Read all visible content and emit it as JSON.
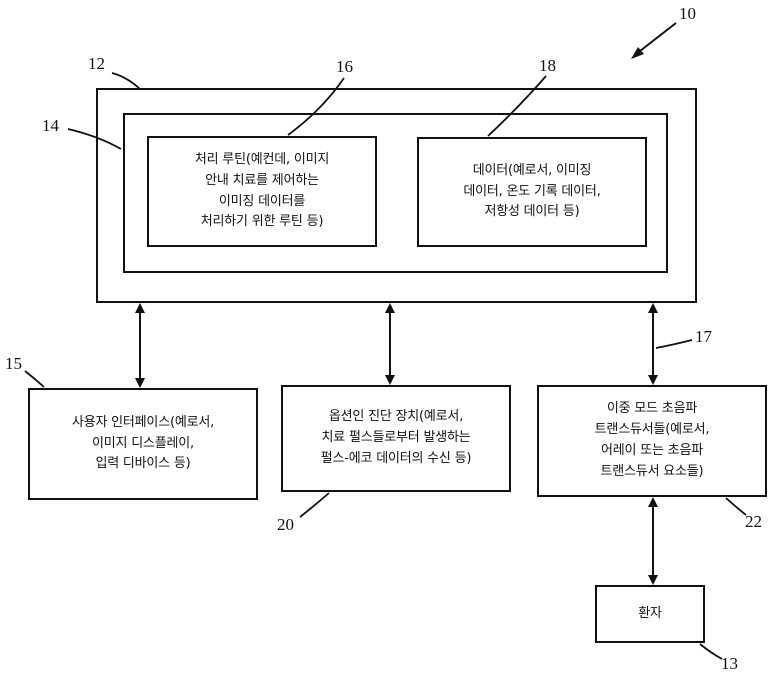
{
  "diagram": {
    "refs": {
      "r10": "10",
      "r12": "12",
      "r13": "13",
      "r14": "14",
      "r15": "15",
      "r16": "16",
      "r17": "17",
      "r18": "18",
      "r20": "20",
      "r22": "22"
    },
    "boxes": {
      "processing_routines": "처리 루틴(예컨데, 이미지\n안내 치료를 제어하는\n이미징 데이터를\n처리하기 위한 루틴 등)",
      "data_store": "데이터(예로서, 이미징\n데이터, 온도 기록 데이터,\n저항성 데이터 등)",
      "user_interface": "사용자 인터페이스(예로서,\n이미지 디스플레이,\n입력 디바이스 등)",
      "diagnostic_device": "옵션인 진단 장치(예로서,\n치료 펄스들로부터 발생하는\n펄스-에코 데이터의 수신 등)",
      "transducers": "이중 모드 초음파\n트랜스듀서들(예로서,\n어레이 또는 초음파\n트랜스듀서 요소들)",
      "patient": "환자"
    },
    "colors": {
      "line": "#111111",
      "background": "#ffffff"
    }
  }
}
